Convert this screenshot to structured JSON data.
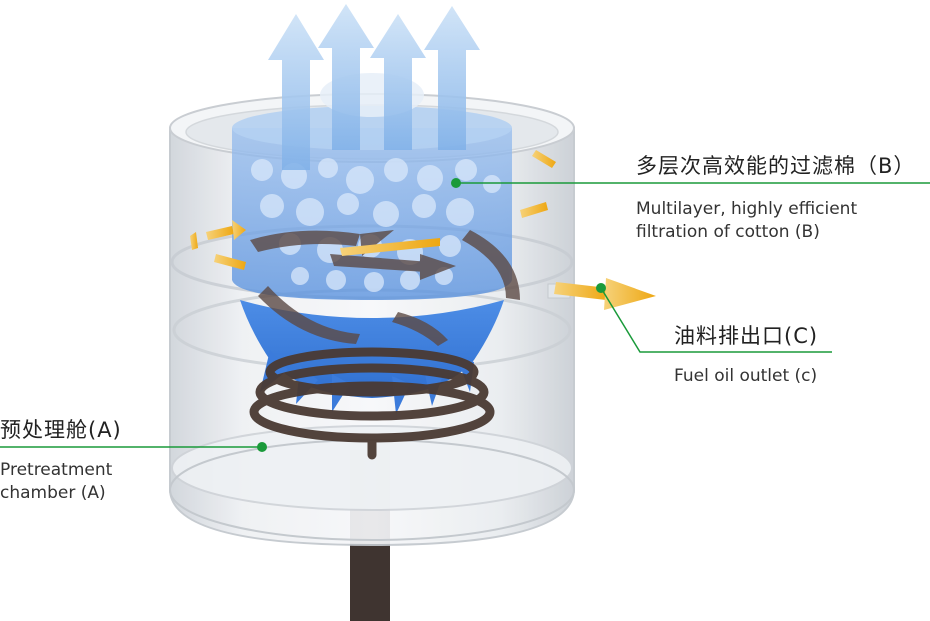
{
  "colors": {
    "leader_line": "#1a9a3a",
    "leader_dot": "#1a9a3a",
    "housing": "#dfe3e8",
    "filter_blue": "#3d7fd9",
    "arrow_light_blue": "#9fc6ee",
    "arrow_yellow": "#f2b51c",
    "spiral_dark": "#4a3a33"
  },
  "labels": {
    "b": {
      "cn": "多层次高效能的过滤棉（B）",
      "en_line1": "Multilayer, highly efficient",
      "en_line2": "filtration of cotton (B)"
    },
    "c": {
      "cn": "油料排出口(C)",
      "en": "Fuel oil outlet (c)"
    },
    "a": {
      "cn": "预处理舱(A)",
      "en_line1": "Pretreatment",
      "en_line2": "chamber (A)"
    }
  }
}
